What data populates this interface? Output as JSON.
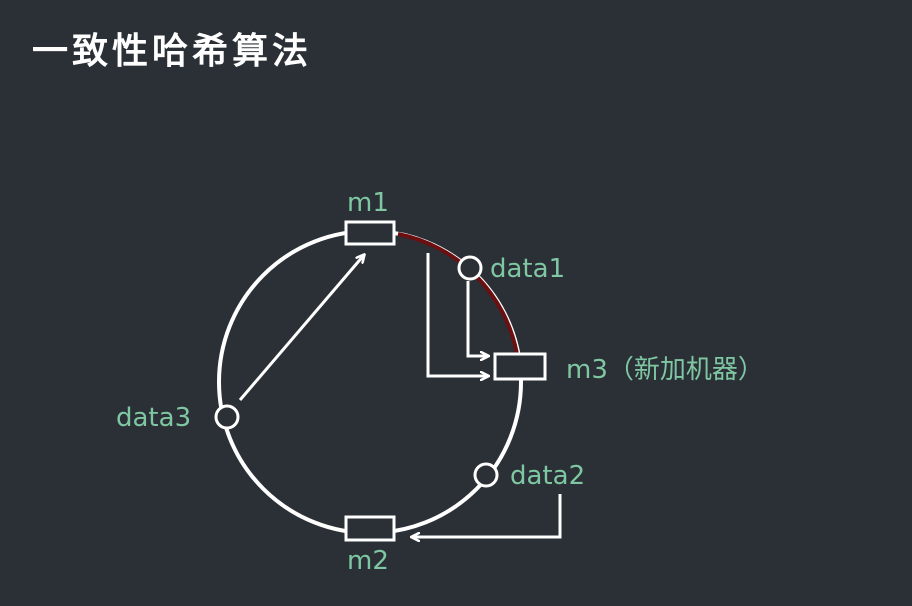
{
  "slide": {
    "title": "一致性哈希算法"
  },
  "diagram": {
    "nodes": {
      "m1": "m1",
      "m2": "m2",
      "m3": "m3（新加机器）"
    },
    "data": {
      "data1": "data1",
      "data2": "data2",
      "data3": "data3"
    }
  },
  "colors": {
    "background": "#2b3036",
    "ring": "#ffffff",
    "label": "#7fc7a3",
    "highlight_arc": "#6b0f10"
  }
}
